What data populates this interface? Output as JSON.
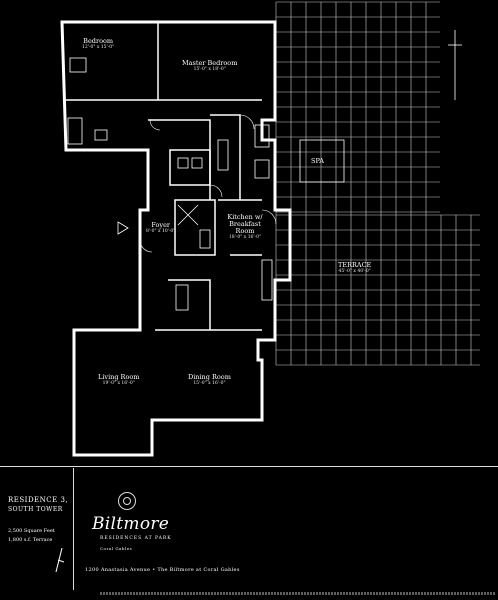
{
  "rooms": {
    "bedroom": {
      "name": "Bedroom",
      "dims": "12'-0\" x 15'-0\""
    },
    "master_bedroom": {
      "name": "Master Bedroom",
      "dims": "15'-0\" x 18'-0\""
    },
    "foyer": {
      "name": "Foyer",
      "dims": "8'-0\" x 10'-0\""
    },
    "kitchen_dining": {
      "name": "Kitchen w/ Breakfast Room",
      "dims": "18'-0\" x 16'-0\""
    },
    "living_room": {
      "name": "Living Room",
      "dims": "19'-0\" x 16'-0\""
    },
    "dining_room": {
      "name": "Dining Room",
      "dims": "15'-0\" x 16'-0\""
    },
    "spa": {
      "name": "SPA"
    },
    "terrace": {
      "name": "TERRACE",
      "dims": "45'-0\" x 40'-0\""
    }
  },
  "info": {
    "residence": "RESIDENCE 3,",
    "floor": "SOUTH TOWER",
    "interior": "2,500 Square Feet",
    "terrace": "1,800 s.f. Terrace"
  },
  "brand": {
    "name": "Biltmore",
    "tagline": "RESIDENCES AT PARK",
    "sub": "Coral Gables",
    "address": "1200 Anastasia Avenue • The Biltmore at Coral Gables"
  },
  "colors": {
    "background": "#000000",
    "lines": "#ffffff"
  }
}
